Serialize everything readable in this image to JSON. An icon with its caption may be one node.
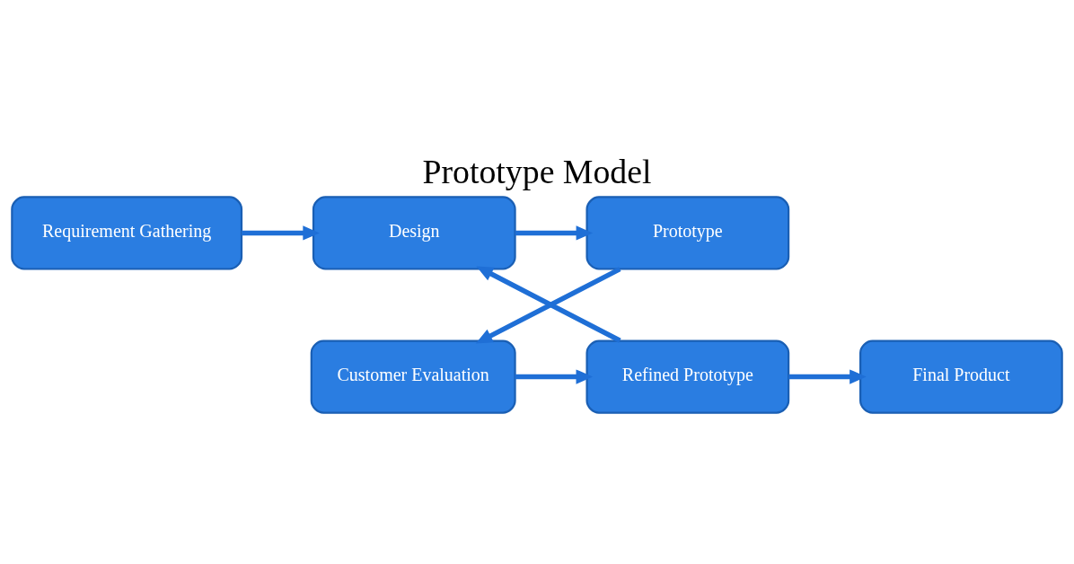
{
  "diagram": {
    "title": "Prototype Model",
    "nodes": [
      {
        "text": [
          "Requirement Gathering"
        ]
      },
      {
        "text": [
          "Design"
        ]
      },
      {
        "text": [
          "Prototype"
        ]
      },
      {
        "text": [
          "Final Product"
        ]
      },
      {
        "text": [
          "Refined Prototype"
        ]
      },
      {
        "text": [
          "Customer Evaluation"
        ]
      }
    ],
    "edges": [
      {
        "from": 0,
        "to": 1,
        "arrow": "to"
      },
      {
        "from": 1,
        "to": 2,
        "arrow": "to"
      },
      {
        "from": 2,
        "to": 5,
        "arrow": "to"
      },
      {
        "from": 5,
        "to": 4,
        "arrow": "to"
      },
      {
        "from": 4,
        "to": 1,
        "arrow": "to"
      },
      {
        "from": 4,
        "to": 3,
        "arrow": "to"
      }
    ]
  }
}
